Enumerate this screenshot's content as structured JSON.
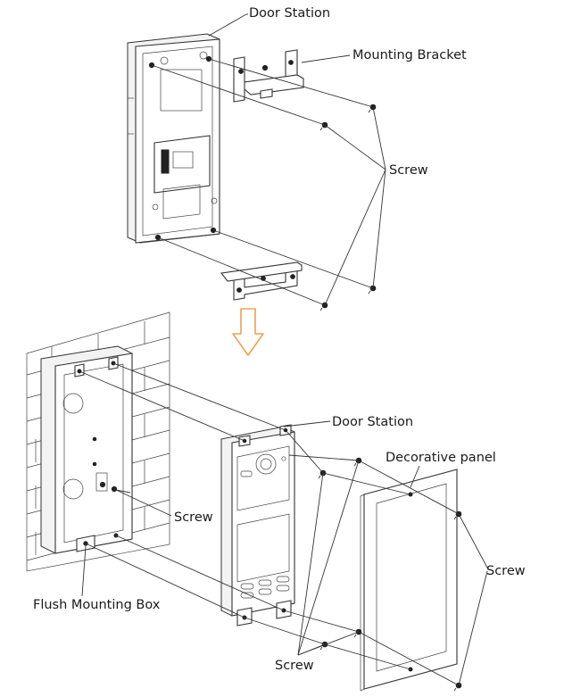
{
  "labels": {
    "door_station_top": "Door Station",
    "mounting_bracket": "Mounting Bracket",
    "screw_top": "Screw",
    "door_station_bottom": "Door Station",
    "decorative_panel": "Decorative panel",
    "screw_box": "Screw",
    "screw_right": "Screw",
    "flush_mounting_box": "Flush Mounting Box",
    "screw_bottom": "Screw"
  },
  "colors": {
    "arrow": "#f0a050",
    "line": "#333333",
    "background": "#ffffff"
  },
  "icons": {
    "step_arrow": "down-arrow-icon"
  }
}
